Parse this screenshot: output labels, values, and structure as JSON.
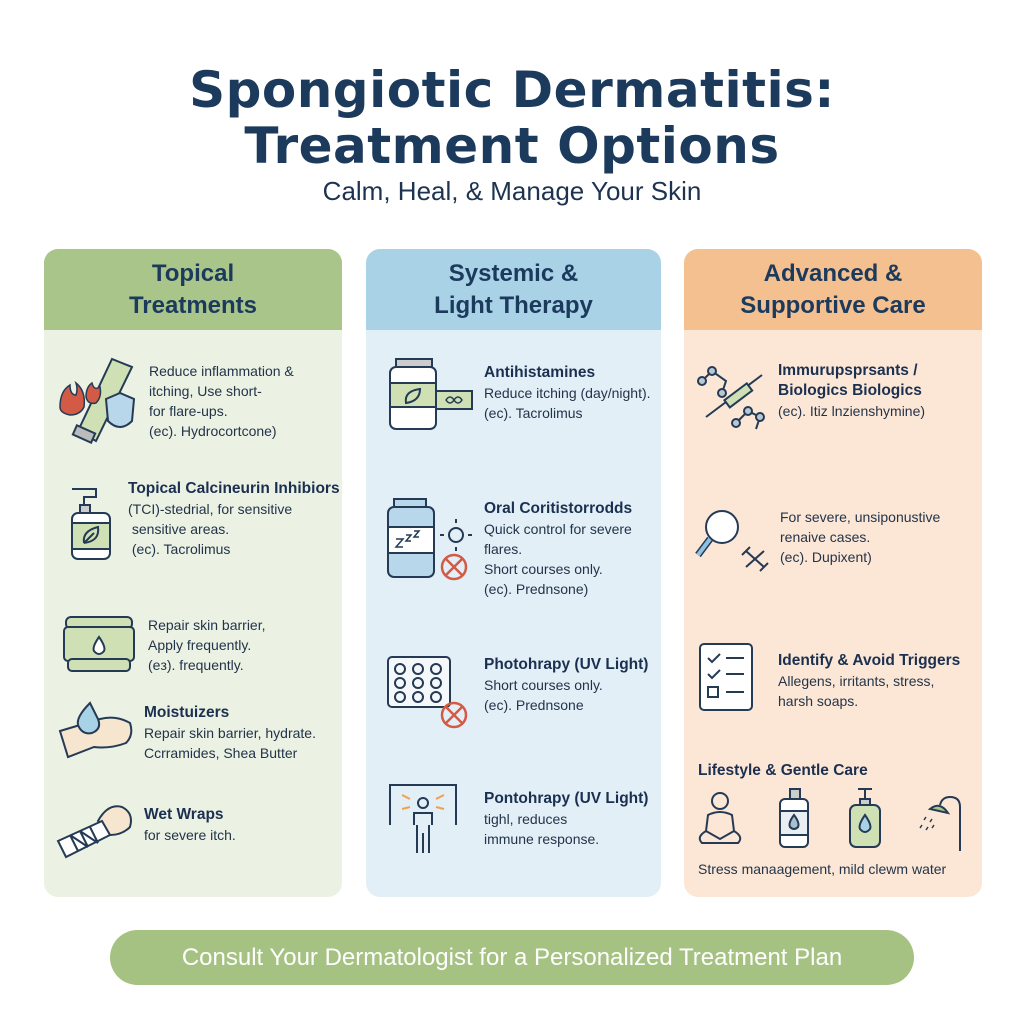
{
  "title_line1": "Spongiotic Dermatitis:",
  "title_line2": "Treatment Options",
  "subtitle": "Calm, Heal, & Manage Your Skin",
  "colors": {
    "green": "#a9c58a",
    "green_bg": "#ebf1e3",
    "blue": "#a9d2e6",
    "blue_bg": "#e3eff7",
    "orange": "#f5c08f",
    "orange_bg": "#fce7d6",
    "navy": "#1b3a5c",
    "red": "#d35a45"
  },
  "columns": [
    {
      "header": "Topical Treatments",
      "items": [
        {
          "icon": "cream-tube-flame-shield-icon",
          "title": "",
          "lines": [
            "Reduce inflammation &",
            "itching, Use short-",
            "for flare-ups.",
            "(ec). Hydrocortcone)"
          ]
        },
        {
          "icon": "pump-bottle-leaf-icon",
          "title": "Topical Calcineurin Inhibiors",
          "lines": [
            "(TCI)-stedrial, for sensitive",
            "sensitive areas.",
            "(ec). Tacrolimus"
          ]
        },
        {
          "icon": "jar-drop-icon",
          "title": "",
          "lines": [
            "Repair skin barrier,",
            "Apply frequently.",
            "(eз). frequently."
          ]
        },
        {
          "icon": "hand-drop-icon",
          "title": "Moistuizers",
          "lines": [
            "Repair skin barrier, hydrate.",
            "Ccrramides, Shea Butter"
          ]
        },
        {
          "icon": "bandaged-arm-icon",
          "title": "Wet Wraps",
          "lines": [
            "for severe itch."
          ]
        }
      ]
    },
    {
      "header": "Systemic & Light Therapy",
      "items": [
        {
          "icon": "pill-bottle-leaf-icon",
          "title": "Antihistamines",
          "lines": [
            "Reduce itching (day/night).",
            "(ec). Tacrolimus"
          ]
        },
        {
          "icon": "bottle-zzz-sun-no-icon",
          "title": "Oral Coritistorrodds",
          "lines": [
            "Quick control for severe flares.",
            "Short courses only.",
            "(ec). Prednsone)"
          ]
        },
        {
          "icon": "pill-blister-no-icon",
          "title": "Photohrapy (UV Light)",
          "lines": [
            "Short courses only.",
            "(ec). Prednsone"
          ]
        },
        {
          "icon": "person-light-box-icon",
          "title": "Pontohrapy (UV Light)",
          "lines": [
            "tighl, reduces",
            "immune response."
          ]
        }
      ]
    },
    {
      "header": "Advanced & Supportive Care",
      "items": [
        {
          "icon": "syringe-molecule-icon",
          "title": "Immurupsprsants / Biologics Biologics",
          "lines": [
            "(ec). Itiz lnzienshymine)"
          ]
        },
        {
          "icon": "magnifier-icon",
          "title": "",
          "lines": [
            "For severe, unsiponustive",
            "renaive cases.",
            "(ec). Dupixent)"
          ]
        },
        {
          "icon": "checklist-icon",
          "title": "Identify & Avoid Triggers",
          "lines": [
            "Allegens, irritants, stress,",
            "harsh soaps."
          ]
        }
      ],
      "lifestyle": {
        "title": "Lifestyle & Gentle Care",
        "icons": [
          "meditation-icon",
          "cleanser-bottle-icon",
          "pump-soap-icon",
          "shower-icon"
        ],
        "caption": "Stress manaagement, mild clewm water"
      }
    }
  ],
  "footer_button": "Consult Your Dermatologist for a Personalized Treatment Plan"
}
